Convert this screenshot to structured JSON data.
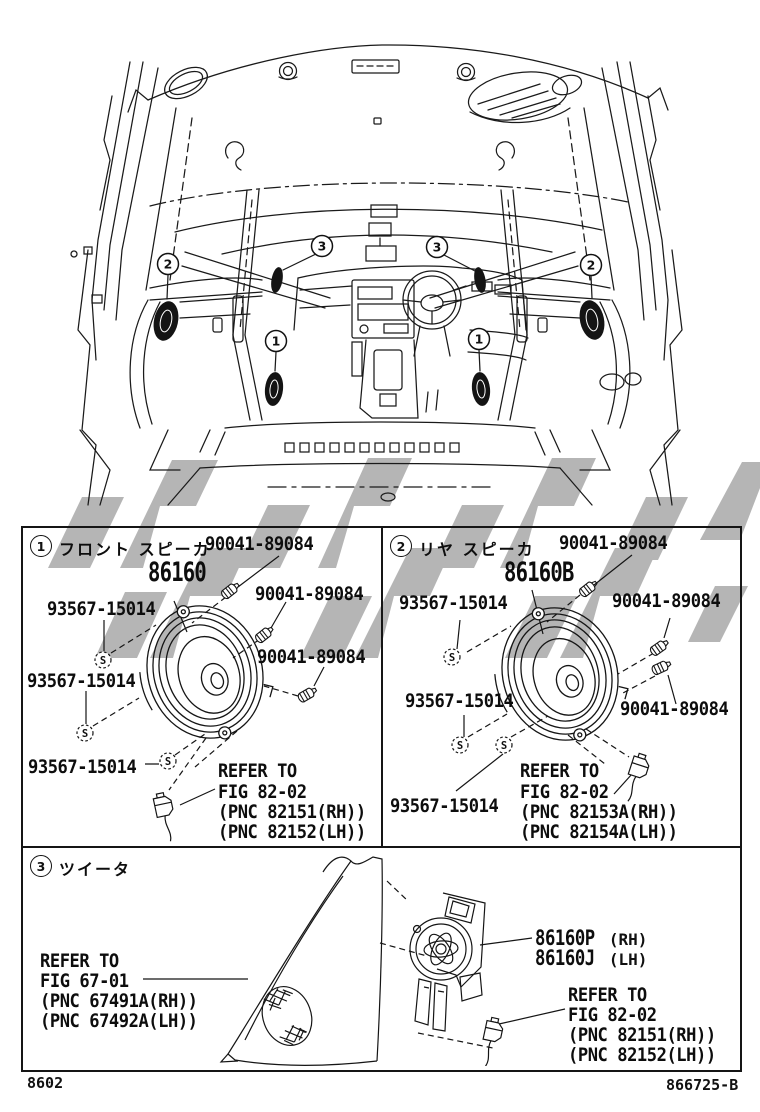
{
  "symbols": {
    "screw_marker": "S"
  },
  "footer": {
    "page_code": "8602",
    "figure_code": "866725-B"
  },
  "sections": [
    {
      "callout": "1",
      "title": "フロント スピーカ",
      "main_part": "86160",
      "bolt_parts": [
        "90041-89084",
        "90041-89084",
        "90041-89084"
      ],
      "screw_parts": [
        "93567-15014",
        "93567-15014",
        "93567-15014"
      ],
      "refer": [
        "REFER TO",
        "FIG 82-02",
        "(PNC 82151(RH))",
        "(PNC 82152(LH))"
      ]
    },
    {
      "callout": "2",
      "title": "リヤ スピーカ",
      "main_part": "86160B",
      "bolt_parts": [
        "90041-89084",
        "90041-89084",
        "90041-89084"
      ],
      "screw_parts": [
        "93567-15014",
        "93567-15014",
        "93567-15014"
      ],
      "refer": [
        "REFER TO",
        "FIG 82-02",
        "(PNC 82153A(RH))",
        "(PNC 82154A(LH))"
      ]
    },
    {
      "callout": "3",
      "title": "ツイータ",
      "refer_trim": [
        "REFER TO",
        "FIG 67-01",
        "(PNC 67491A(RH))",
        "(PNC 67492A(LH))"
      ],
      "parts": [
        {
          "number": "86160P",
          "side": "(RH)"
        },
        {
          "number": "86160J",
          "side": "(LH)"
        }
      ],
      "refer_bezel": [
        "REFER TO",
        "FIG 82-02",
        "(PNC 82151(RH))",
        "(PNC 82152(LH))"
      ]
    }
  ],
  "watermark_color": "#b5b5b5"
}
